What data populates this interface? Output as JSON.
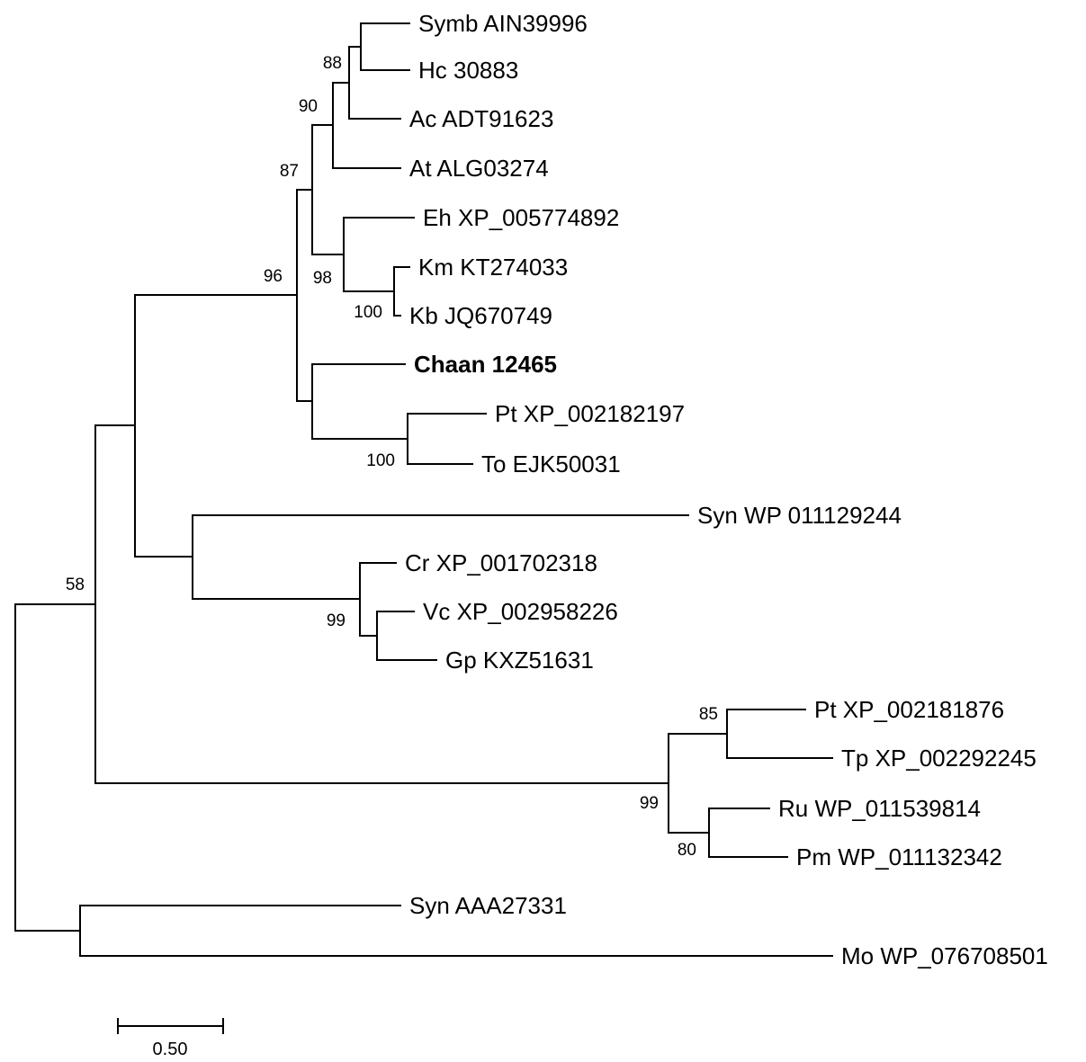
{
  "tree": {
    "leaves": [
      {
        "id": "symb",
        "label": "Symb AIN39996"
      },
      {
        "id": "hc",
        "label": "Hc  30883"
      },
      {
        "id": "ac",
        "label": "Ac ADT91623"
      },
      {
        "id": "at",
        "label": "At ALG03274"
      },
      {
        "id": "eh",
        "label": "Eh XP_005774892"
      },
      {
        "id": "km",
        "label": "Km KT274033"
      },
      {
        "id": "kb",
        "label": "Kb JQ670749"
      },
      {
        "id": "chaan",
        "label": "Chaan 12465",
        "bold": true
      },
      {
        "id": "pt1",
        "label": "Pt XP_002182197"
      },
      {
        "id": "to",
        "label": "To  EJK50031"
      },
      {
        "id": "syn1",
        "label": "Syn WP 011129244"
      },
      {
        "id": "cr",
        "label": "Cr XP_001702318"
      },
      {
        "id": "vc",
        "label": "Vc XP_002958226"
      },
      {
        "id": "gp",
        "label": "Gp KXZ51631"
      },
      {
        "id": "pt2",
        "label": "Pt XP_002181876"
      },
      {
        "id": "tp",
        "label": "Tp  XP_002292245"
      },
      {
        "id": "ru",
        "label": "Ru WP_011539814"
      },
      {
        "id": "pm",
        "label": "Pm WP_011132342"
      },
      {
        "id": "syn2",
        "label": "Syn AAA27331"
      },
      {
        "id": "mo",
        "label": "Mo WP_076708501"
      }
    ],
    "support_values": [
      {
        "id": "n-symb-hc",
        "value": "88"
      },
      {
        "id": "n-ac",
        "value": "90"
      },
      {
        "id": "n-at",
        "value": "87"
      },
      {
        "id": "n-eh-km-kb",
        "value": "98"
      },
      {
        "id": "n-km-kb",
        "value": "100"
      },
      {
        "id": "n-top",
        "value": "96"
      },
      {
        "id": "n-pt-to",
        "value": "100"
      },
      {
        "id": "n-cr-vc-gp",
        "value": "99"
      },
      {
        "id": "n-root",
        "value": "58"
      },
      {
        "id": "n-pt2-tp",
        "value": "85"
      },
      {
        "id": "n-pt2-tp-ru-pm",
        "value": "99"
      },
      {
        "id": "n-ru-pm",
        "value": "80"
      }
    ]
  },
  "scale_bar": {
    "label": "0.50"
  }
}
